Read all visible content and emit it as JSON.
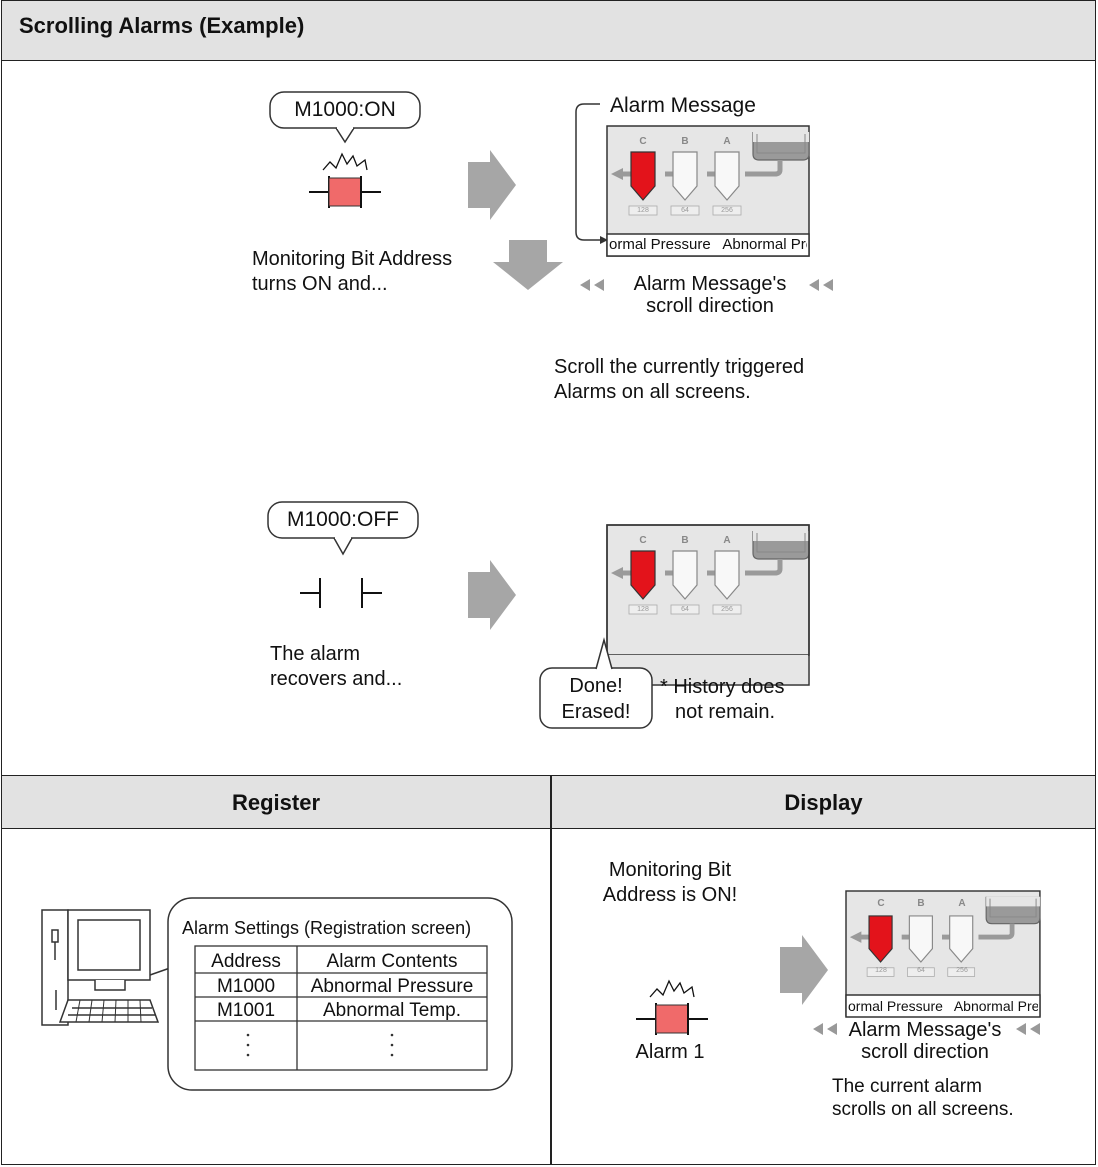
{
  "header": {
    "title": "Scrolling Alarms (Example)"
  },
  "top": {
    "bubble_on": "M1000:ON",
    "caption_on_line1": "Monitoring Bit Address",
    "caption_on_line2": "turns ON and...",
    "alarm_message_label": "Alarm Message",
    "panel_labels": [
      "C",
      "B",
      "A"
    ],
    "panel_readouts": [
      "128",
      "64",
      "256"
    ],
    "scroll_text": "ormal Pressure   Abnormal Pre",
    "scroll_dir_line1": "Alarm Message's",
    "scroll_dir_line2": "scroll direction",
    "scroll_note_line1": "Scroll the currently triggered",
    "scroll_note_line2": "Alarms on all screens.",
    "bubble_off": "M1000:OFF",
    "caption_off_line1": "The alarm",
    "caption_off_line2": "recovers and...",
    "done_line1": "Done!",
    "done_line2": "Erased!",
    "history_line1": "* History does",
    "history_line2": "not remain."
  },
  "register": {
    "heading": "Register",
    "settings_title": "Alarm Settings (Registration screen)",
    "columns": [
      "Address",
      "Alarm Contents"
    ],
    "rows": [
      [
        "M1000",
        "Abnormal Pressure"
      ],
      [
        "M1001",
        "Abnormal Temp."
      ]
    ]
  },
  "display": {
    "heading": "Display",
    "monitor_line1": "Monitoring Bit",
    "monitor_line2": "Address is ON!",
    "alarm_label": "Alarm 1",
    "scroll_text": "ormal Pressure   Abnormal Pre",
    "scroll_dir_line1": "Alarm Message's",
    "scroll_dir_line2": "scroll direction",
    "note_line1": "The current alarm",
    "note_line2": "scrolls on all screens."
  },
  "colors": {
    "alarm_red": "#e3131b",
    "lamp_pink": "#f06a6a",
    "arrow_gray": "#a6a6a6",
    "panel_bg": "#e6e6e6",
    "header_bg": "#e2e2e2"
  }
}
